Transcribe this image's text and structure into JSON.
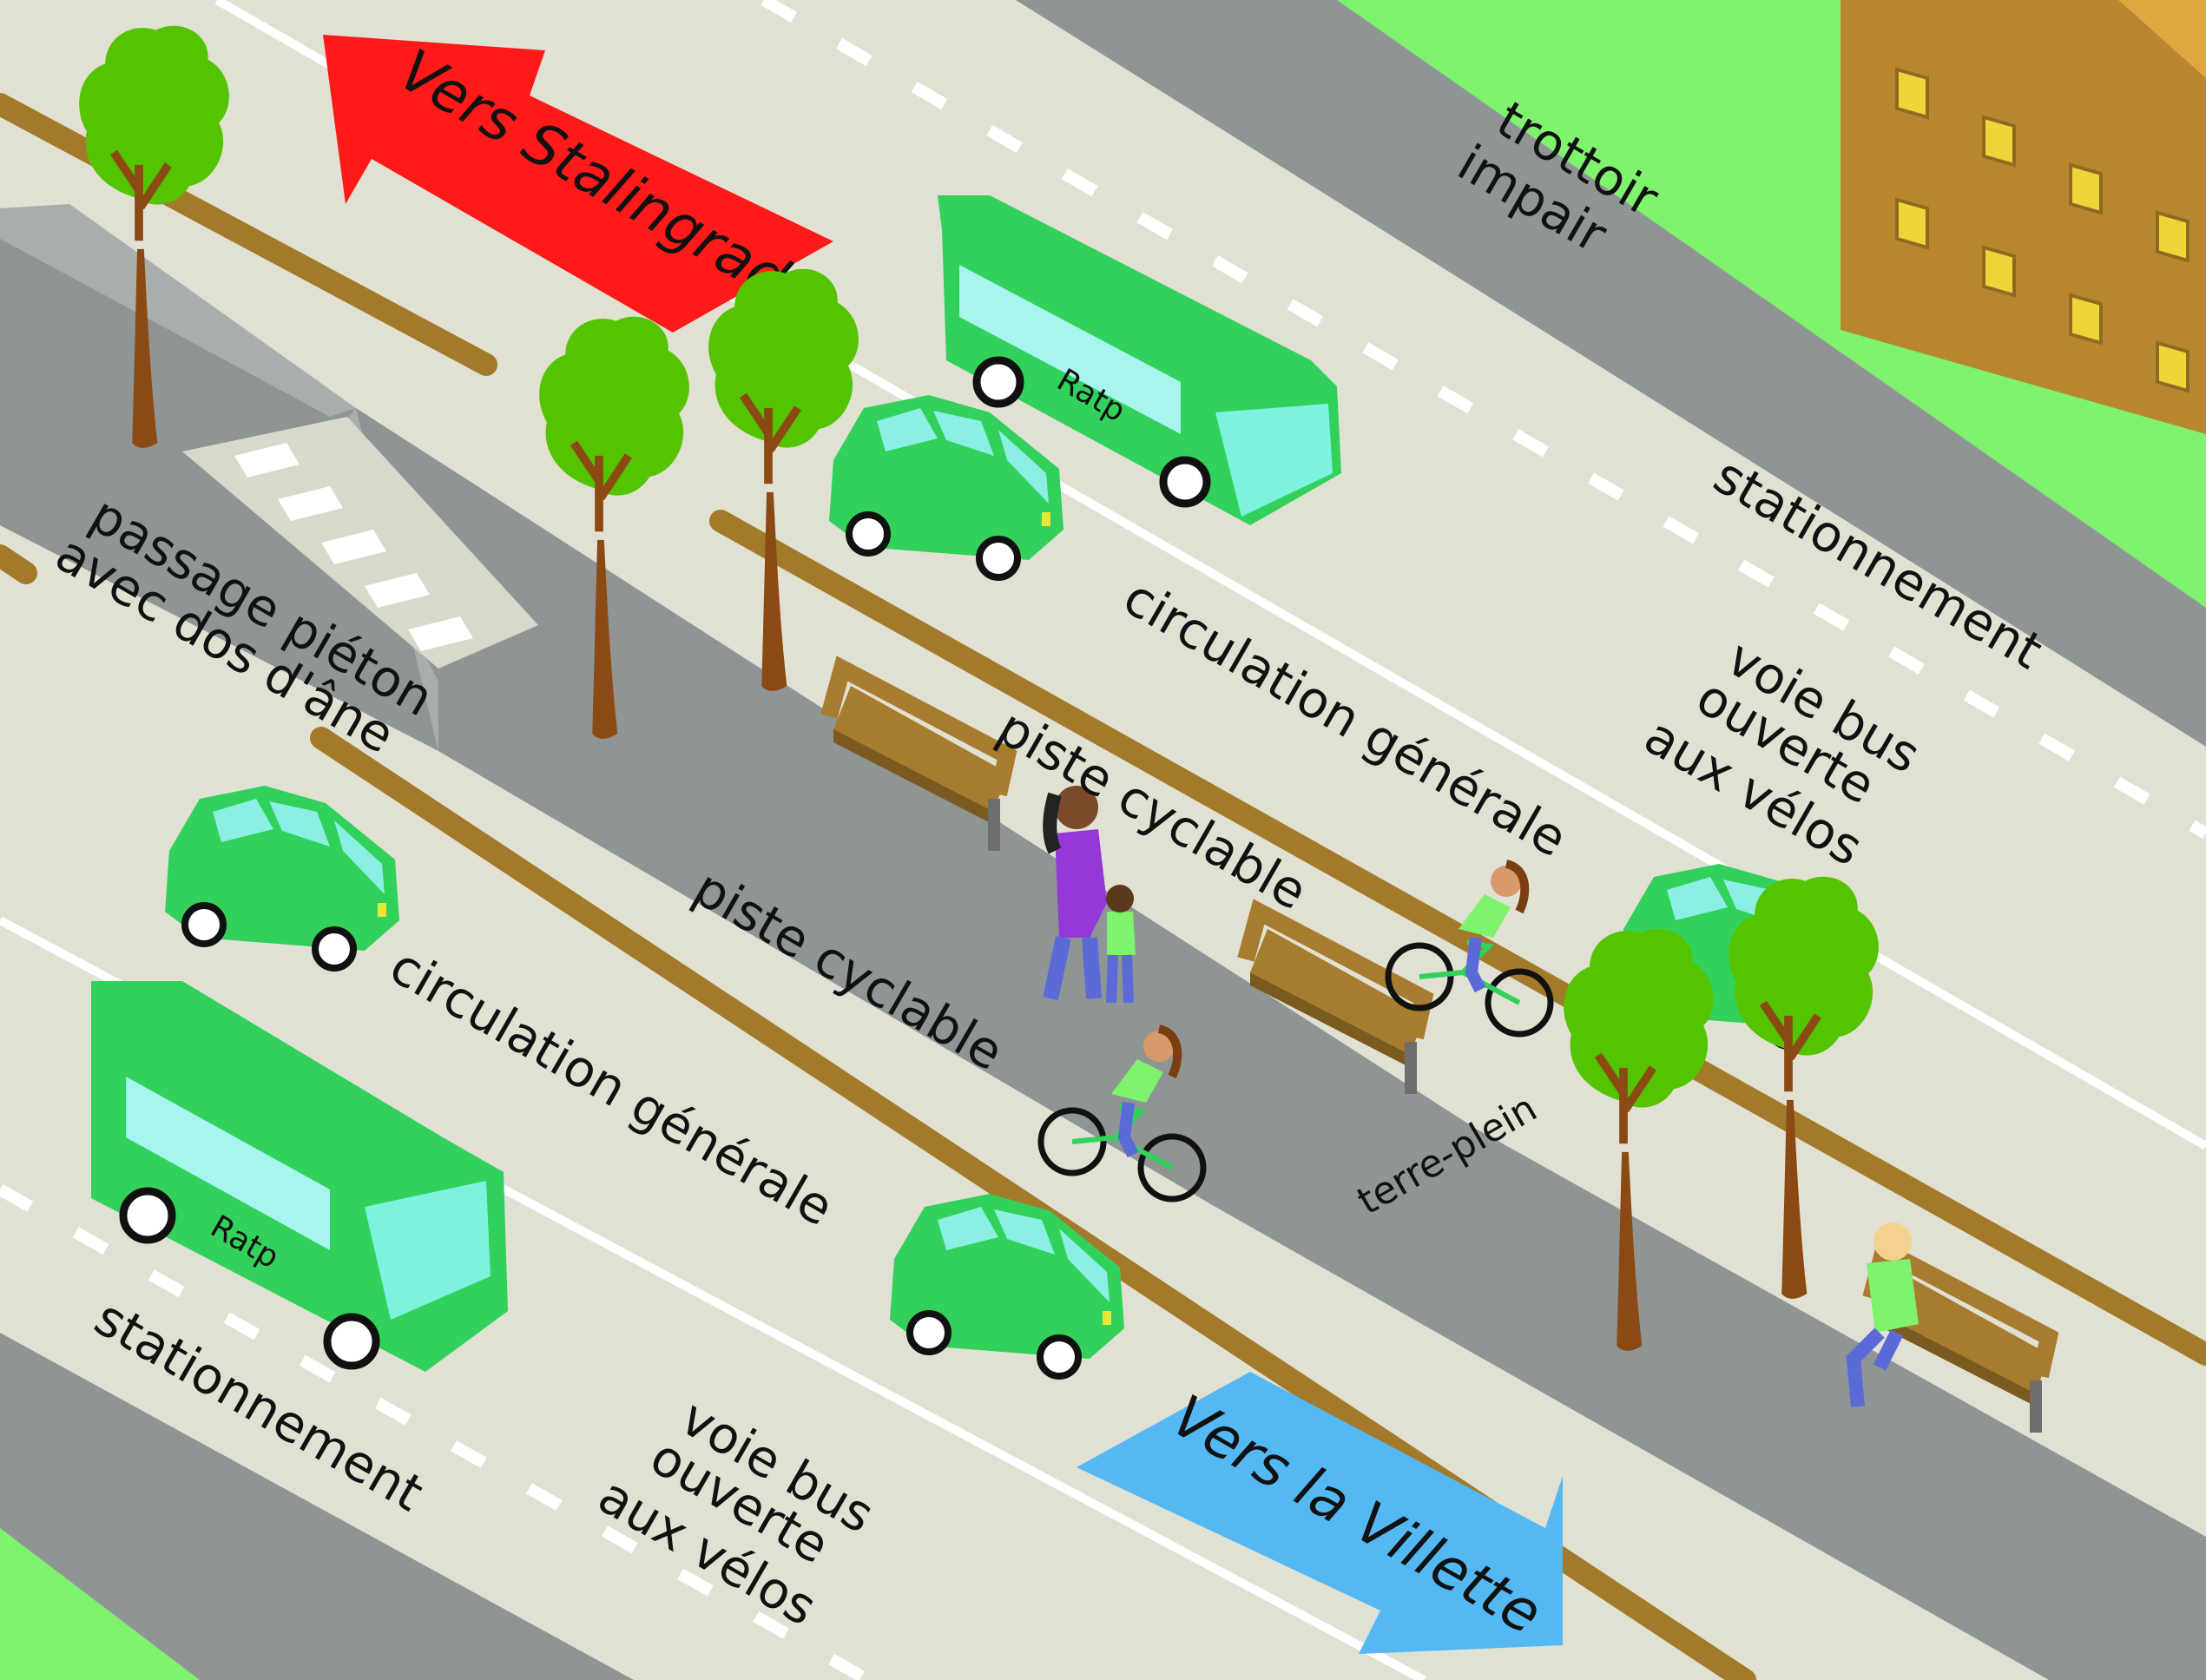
{
  "colors": {
    "road": "#E0E1D3",
    "sidewalk": "#8E9594",
    "sidewalk_top": "#A9AEAD",
    "curb_edge": "#6F7574",
    "grass": "#7FF26E",
    "building": "#B8862E",
    "building_side": "#E0A640",
    "window": "#EDD63A",
    "bollard": "#A27A2A",
    "vehicle": "#31D15C",
    "windshield": "#7CF2DF",
    "tree_leaf": "#55C400",
    "tree_trunk": "#8B4A14",
    "bench": "#A87C2E",
    "arrow_north": "#FF1A1A",
    "arrow_south": "#54B8F2"
  },
  "arrows": {
    "north_label": "Vers Stalingrad",
    "south_label": "Vers la Villette"
  },
  "labels": {
    "trottoir_line1": "trottoir",
    "trottoir_line2": "impair",
    "stationnement_top": "stationnement",
    "circulation_top": "circulation générale",
    "voie_bus_top_line1": "voie bus",
    "voie_bus_top_line2": "ouverte",
    "voie_bus_top_line3": "aux vélos",
    "piste_top": "piste cyclable",
    "piste_bottom": "piste cyclable",
    "circulation_bottom": "circulation générale",
    "stationnement_bottom": "stationnement",
    "voie_bus_bottom_line1": "voie bus",
    "voie_bus_bottom_line2": "ouverte",
    "voie_bus_bottom_line3": "aux vélos",
    "passage_line1": "passage piéton",
    "passage_line2": "avec dos d'âne",
    "terre_plein": "terre-plein"
  },
  "vehicles": {
    "bus_top_label": "Ratp",
    "bus_bottom_label": "Ratp"
  },
  "icons": [
    "tree-icon",
    "car-icon",
    "bus-icon",
    "bench-icon",
    "cyclist-icon",
    "pedestrian-icon",
    "building-icon",
    "crosswalk-icon"
  ]
}
